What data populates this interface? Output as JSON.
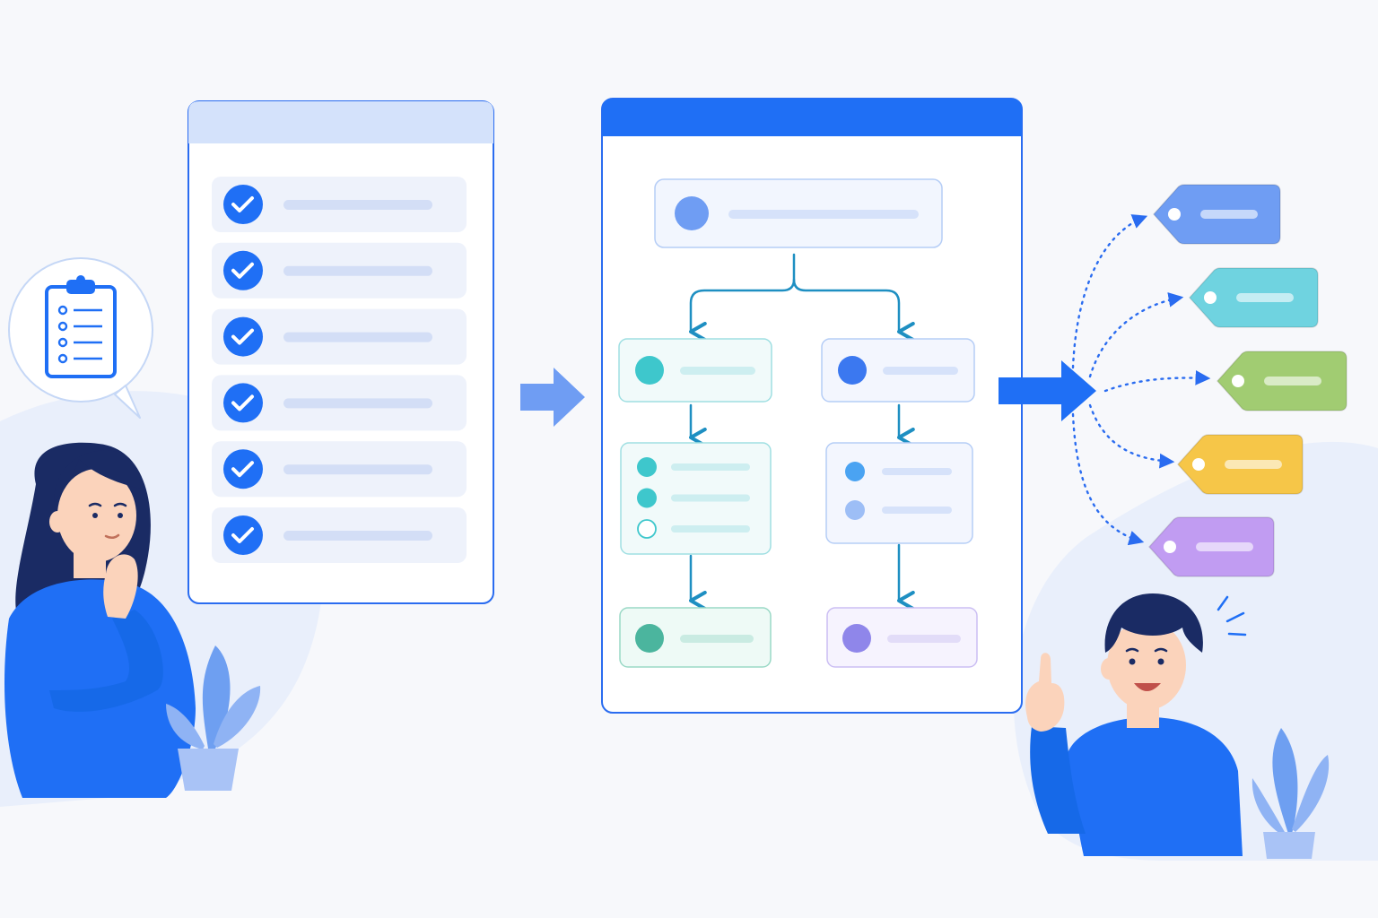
{
  "colors": {
    "background": "#f7f8fb",
    "primary_blue": "#1f6ff5",
    "panel_border": "#2a6cf0",
    "panel_header_light": "#d4e2fb",
    "row_fill": "#eef2fb",
    "placeholder_line": "#d3def6",
    "teal": "#3ec7cc",
    "tag_blue": "#6f9df3",
    "tag_cyan": "#6fd3e0",
    "tag_green": "#a1cc72",
    "tag_yellow": "#f6c648",
    "tag_purple": "#c19cf2",
    "skin": "#fbd3bb",
    "hair": "#1a2b64"
  },
  "checklist_panel": {
    "icon": "checkmark-circle-icon",
    "rows": [
      {
        "checked": true
      },
      {
        "checked": true
      },
      {
        "checked": true
      },
      {
        "checked": true
      },
      {
        "checked": true
      },
      {
        "checked": true
      }
    ]
  },
  "flow_panel": {
    "root_node": {
      "dot_color": "#6f9df3"
    },
    "left_branch": {
      "node_1": {
        "dot_color": "#3ec7cc"
      },
      "node_2_items": [
        "filled",
        "filled",
        "empty"
      ],
      "node_3": {
        "dot_color": "#4bb59e"
      }
    },
    "right_branch": {
      "node_1": {
        "dot_color": "#3b78f0"
      },
      "node_2_items": [
        "filled",
        "filled"
      ],
      "node_3": {
        "dot_color": "#8f86ea"
      }
    }
  },
  "tags": [
    {
      "color": "#6f9df3",
      "icon": "tag-icon"
    },
    {
      "color": "#6fd3e0",
      "icon": "tag-icon"
    },
    {
      "color": "#a1cc72",
      "icon": "tag-icon"
    },
    {
      "color": "#f6c648",
      "icon": "tag-icon"
    },
    {
      "color": "#c19cf2",
      "icon": "tag-icon"
    }
  ],
  "figures": {
    "left_person": "thinking-woman",
    "right_person": "idea-man",
    "thought_bubble_icon": "clipboard-checklist-icon",
    "plant_icon": "potted-plant-icon"
  }
}
